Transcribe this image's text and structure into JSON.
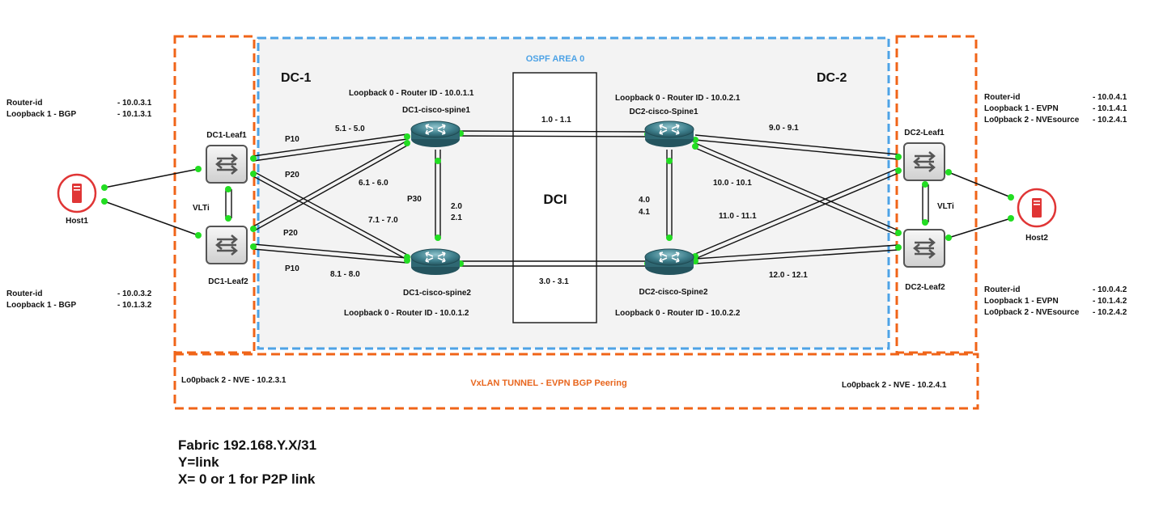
{
  "regions": {
    "ospf_area": "OSPF AREA 0",
    "dc1": "DC-1",
    "dc2": "DC-2",
    "dci": "DCI",
    "vxlan_tunnel": "VxLAN TUNNEL - EVPN BGP Peering",
    "dc1_nve": "Lo0pback 2 - NVE - 10.2.3.1",
    "dc2_nve": "Lo0pback 2 - NVE - 10.2.4.1"
  },
  "devices": {
    "dc1_spine1": {
      "name": "DC1-cisco-spine1",
      "loopback": "Loopback 0 - Router ID  - 10.0.1.1"
    },
    "dc1_spine2": {
      "name": "DC1-cisco-spine2",
      "loopback": "Loopback 0 - Router ID  - 10.0.1.2"
    },
    "dc2_spine1": {
      "name": "DC2-cisco-Spine1",
      "loopback": "Loopback 0 - Router ID  - 10.0.2.1"
    },
    "dc2_spine2": {
      "name": "DC2-cisco-Spine2",
      "loopback": "Loopback 0 - Router ID  - 10.0.2.2"
    },
    "dc1_leaf1": {
      "name": "DC1-Leaf1"
    },
    "dc1_leaf2": {
      "name": "DC1-Leaf2"
    },
    "dc2_leaf1": {
      "name": "DC2-Leaf1"
    },
    "dc2_leaf2": {
      "name": "DC2-Leaf2"
    },
    "host1": {
      "name": "Host1"
    },
    "host2": {
      "name": "Host2"
    }
  },
  "leaf_info": {
    "dc1_leaf1": {
      "l1": "Router-id",
      "v1": "- 10.0.3.1",
      "l2": "Loopback 1 - BGP",
      "v2": "- 10.1.3.1"
    },
    "dc1_leaf2": {
      "l1": "Router-id",
      "v1": "- 10.0.3.2",
      "l2": "Loopback 1 - BGP",
      "v2": "- 10.1.3.2"
    },
    "dc2_leaf1": {
      "l1": "Router-id",
      "v1": "- 10.0.4.1",
      "l2": "Loopback 1 - EVPN",
      "v2": "- 10.1.4.1",
      "l3": "Lo0pback 2 - NVEsource",
      "v3": "- 10.2.4.1"
    },
    "dc2_leaf2": {
      "l1": "Router-id",
      "v1": "- 10.0.4.2",
      "l2": "Loopback 1 - EVPN",
      "v2": "- 10.1.4.2",
      "l3": "Lo0pback 2 - NVEsource",
      "v3": "- 10.2.4.2"
    }
  },
  "links": {
    "p10_top": "P10",
    "p20_top": "P20",
    "p20_bottom": "P20",
    "p10_bottom": "P10",
    "p30": "P30",
    "vlti_left": "VLTi",
    "vlti_right": "VLTi",
    "l_5": "5.1 - 5.0",
    "l_6": "6.1 - 6.0",
    "l_7": "7.1 - 7.0",
    "l_8": "8.1 - 8.0",
    "l_2a": "2.0",
    "l_2b": "2.1",
    "l_1": "1.0 - 1.1",
    "l_3": "3.0 - 3.1",
    "l_4a": "4.0",
    "l_4b": "4.1",
    "l_9": "9.0 - 9.1",
    "l_10": "10.0 - 10.1",
    "l_11": "11.0 - 11.1",
    "l_12": "12.0 - 12.1"
  },
  "fabric_note": {
    "line1": "Fabric 192.168.Y.X/31",
    "line2": "Y=link",
    "line3": "X= 0 or 1 for P2P link"
  },
  "colors": {
    "dc_border": "#f06418",
    "ospf_border": "#4ea3e6",
    "ospf_fill": "#f3f3f3",
    "router": "#3e7f8c",
    "port": "#22dd22",
    "host": "#e03535"
  }
}
